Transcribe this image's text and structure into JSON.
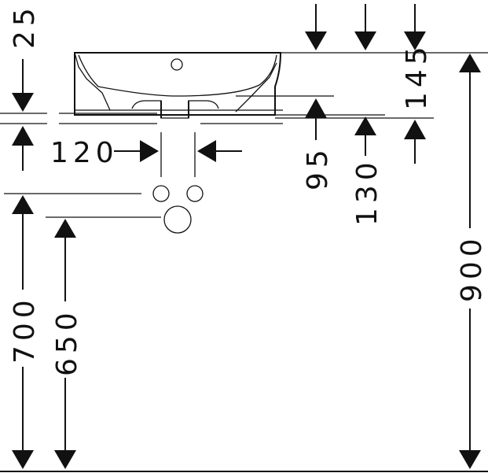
{
  "drawing": {
    "dimensions": {
      "d25": "25",
      "d145": "145",
      "d120": "120",
      "d95": "95",
      "d130": "130",
      "d900": "900",
      "d700": "700",
      "d650": "650"
    },
    "colors": {
      "line": "#111111",
      "background": "#ffffff"
    }
  }
}
